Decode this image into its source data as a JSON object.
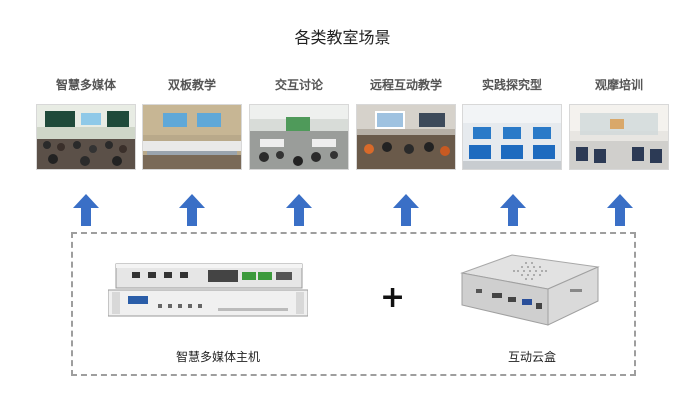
{
  "title": "各类教室场景",
  "scenarios": [
    {
      "label": "智慧多媒体"
    },
    {
      "label": "双板教学"
    },
    {
      "label": "交互讨论"
    },
    {
      "label": "远程互动教学"
    },
    {
      "label": "实践探究型"
    },
    {
      "label": "观摩培训"
    }
  ],
  "devices": {
    "host_label": "智慧多媒体主机",
    "plus": "+",
    "box_label": "互动云盒"
  },
  "colors": {
    "arrow": "#3a6fc6",
    "dashed_border": "#9e9e9e"
  }
}
